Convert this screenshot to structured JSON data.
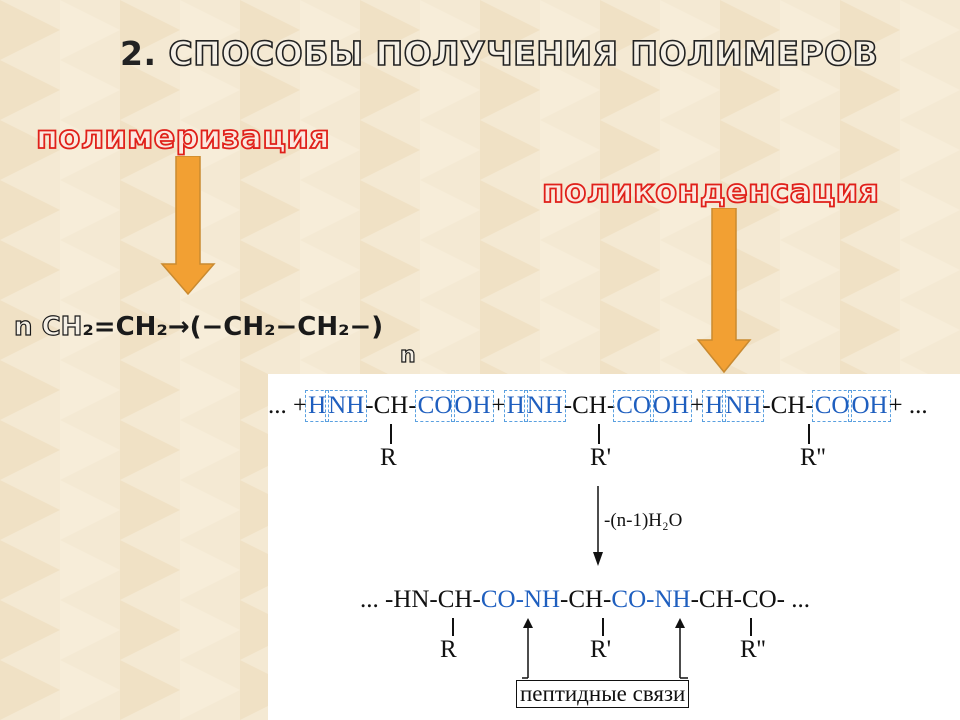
{
  "slide": {
    "title_number": "2.",
    "title_text": "СПОСОБЫ ПОЛУЧЕНИЯ ПОЛИМЕРОВ"
  },
  "methods": {
    "polymerization_label": "полимеризация",
    "polycondensation_label": "поликонденсация"
  },
  "polymerization_equation": {
    "n_prefix": "n",
    "ch2_outlined": "CH",
    "rest": "₂=CH₂→(−CH₂−CH₂−)",
    "subscript_n": "n"
  },
  "polycondensation_scheme": {
    "row1": {
      "lead": "... + ",
      "h1": "H",
      "nh1": "NH",
      "mid1": "-CH-",
      "co1": "CO",
      "oh1": "OH",
      "plus1": " + ",
      "h2": "H",
      "nh2": "NH",
      "mid2": "-CH-",
      "co2": "CO",
      "oh2": "OH",
      "plus2": " + ",
      "h3": "H",
      "nh3": "NH",
      "mid3": "-CH-",
      "co3": "CO",
      "oh3": "OH",
      "tail": " + ..."
    },
    "row1_subs": [
      "R",
      "R'",
      "R''"
    ],
    "reaction_condition": "-(n-1)H₂O",
    "row2": {
      "lead": "... -HN-CH- ",
      "co1": "CO",
      "dash1": " - ",
      "nh1": "NH",
      "mid1": " -CH- ",
      "co2": "CO",
      "dash2": " - ",
      "nh2": "NH",
      "tail": " -CH-CO- ..."
    },
    "row2_subs": [
      "R",
      "R'",
      "R''"
    ],
    "bond_label": "пептидные связи"
  },
  "colors": {
    "orange_arrow": "#f2a033",
    "red_text": "#e0201a",
    "blue_groups": "#1f5fbf",
    "dashed_box": "#5aa0e0"
  }
}
